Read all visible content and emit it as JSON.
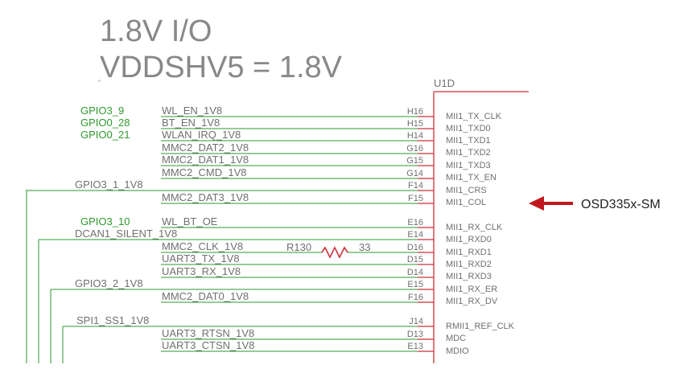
{
  "title": {
    "line1": "1.8V I/O",
    "line2": "VDDSHV5 = 1.8V"
  },
  "part": {
    "ref": "U1D"
  },
  "callout": {
    "label": "OSD335x-SM"
  },
  "resistor": {
    "ref": "R130",
    "value": "33"
  },
  "rows": [
    {
      "port": "GPIO3_9",
      "net": "WL_EN_1V8",
      "pin": "H16",
      "signal": "MII1_TX_CLK"
    },
    {
      "port": "GPIO0_28",
      "net": "BT_EN_1V8",
      "pin": "H15",
      "signal": "MII1_TXD0"
    },
    {
      "port": "GPIO0_21",
      "net": "WLAN_IRQ_1V8",
      "pin": "H14",
      "signal": "MII1_TXD1"
    },
    {
      "port": "",
      "net": "MMC2_DAT2_1V8",
      "pin": "G16",
      "signal": "MII1_TXD2"
    },
    {
      "port": "",
      "net": "MMC2_DAT1_1V8",
      "pin": "G15",
      "signal": "MII1_TXD3"
    },
    {
      "port": "",
      "net": "MMC2_CMD_1V8",
      "pin": "G14",
      "signal": "MII1_TX_EN"
    },
    {
      "port": "",
      "net": "GPIO3_1_1V8",
      "pin": "F14",
      "signal": "MII1_CRS"
    },
    {
      "port": "",
      "net": "MMC2_DAT3_1V8",
      "pin": "F15",
      "signal": "MII1_COL"
    },
    {
      "port": "GPIO3_10",
      "net": "WL_BT_OE",
      "pin": "E16",
      "signal": "MII1_RX_CLK"
    },
    {
      "port": "",
      "net": "DCAN1_SILENT_1V8",
      "pin": "E14",
      "signal": "MII1_RXD0"
    },
    {
      "port": "",
      "net": "MMC2_CLK_1V8",
      "pin": "D16",
      "signal": "MII1_RXD1"
    },
    {
      "port": "",
      "net": "UART3_TX_1V8",
      "pin": "D15",
      "signal": "MII1_RXD2"
    },
    {
      "port": "",
      "net": "UART3_RX_1V8",
      "pin": "D14",
      "signal": "MII1_RXD3"
    },
    {
      "port": "",
      "net": "GPIO3_2_1V8",
      "pin": "E15",
      "signal": "MII1_RX_ER"
    },
    {
      "port": "",
      "net": "MMC2_DAT0_1V8",
      "pin": "F16",
      "signal": "MII1_RX_DV"
    },
    {
      "port": "",
      "net": "SPI1_SS1_1V8",
      "pin": "J14",
      "signal": "RMII1_REF_CLK"
    },
    {
      "port": "",
      "net": "UART3_RTSN_1V8",
      "pin": "D13",
      "signal": "MDC"
    },
    {
      "port": "",
      "net": "UART3_CTSN_1V8",
      "pin": "E13",
      "signal": "MDIO"
    }
  ],
  "colors": {
    "wire_green": "#2c9a2c",
    "body_red": "#c8323a",
    "arrow_red": "#c0181e"
  }
}
